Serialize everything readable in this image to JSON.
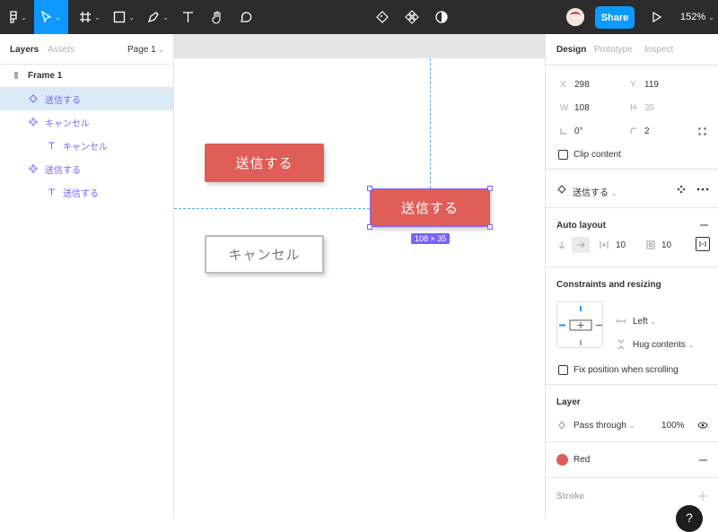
{
  "toolbar": {
    "share_label": "Share",
    "zoom_label": "152%",
    "caret": "⌄"
  },
  "layers_panel": {
    "tab_layers": "Layers",
    "tab_assets": "Assets",
    "page_label": "Page 1",
    "items": [
      {
        "label": "Frame 1"
      },
      {
        "label": "送信する"
      },
      {
        "label": "キャンセル"
      },
      {
        "label": "キャンセル"
      },
      {
        "label": "送信する"
      },
      {
        "label": "送信する"
      }
    ]
  },
  "canvas": {
    "button_submit_label": "送信する",
    "button_cancel_label": "キャンセル",
    "selected_button_label": "送信する",
    "size_badge": "108 × 35"
  },
  "design_panel": {
    "tab_design": "Design",
    "tab_prototype": "Prototype",
    "tab_inspect": "Inspect",
    "x_label": "X",
    "x_value": "298",
    "y_label": "Y",
    "y_value": "119",
    "w_label": "W",
    "w_value": "108",
    "h_label": "H",
    "h_value": "35",
    "rotation_value": "0°",
    "radius_value": "2",
    "clip_content_label": "Clip content",
    "component_name": "送信する",
    "auto_layout_title": "Auto layout",
    "spacing_value": "10",
    "padding_value": "10",
    "constraints_title": "Constraints and resizing",
    "constraint_h": "Left",
    "constraint_v": "Hug contents",
    "fix_position_label": "Fix position when scrolling",
    "layer_title": "Layer",
    "blend_mode": "Pass through",
    "opacity_value": "100%",
    "fill_name": "Red",
    "fill_color": "#e05e58",
    "stroke_title": "Stroke"
  }
}
